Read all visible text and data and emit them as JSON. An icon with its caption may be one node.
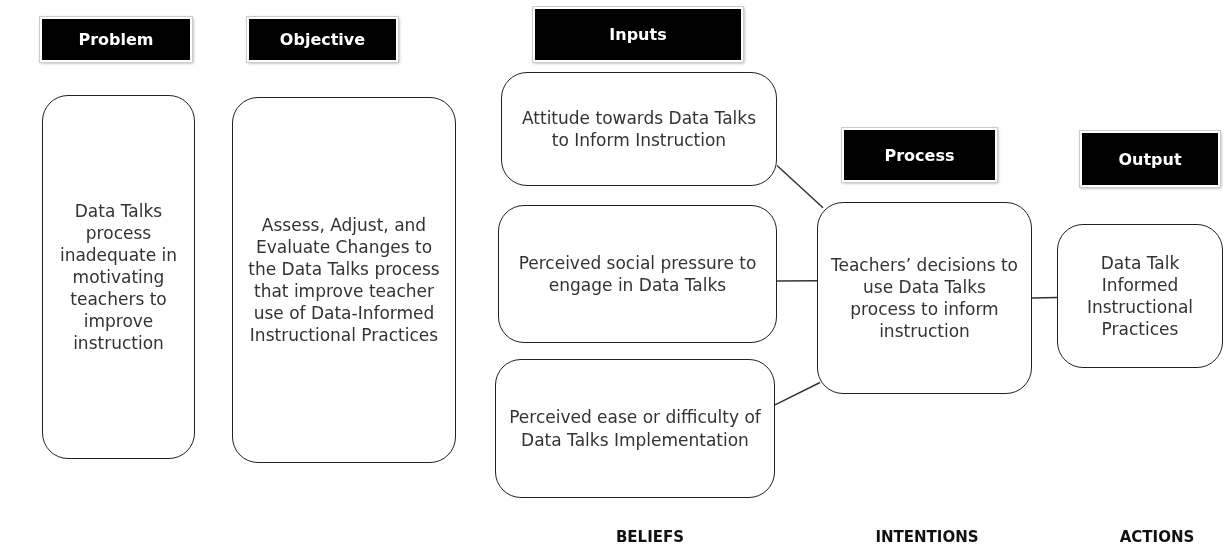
{
  "diagram": {
    "nodes": [
      {
        "text": [
          "Problem"
        ]
      },
      {
        "text": [
          "Data Talks process inadequate in motivating teachers to improve instruction"
        ]
      },
      {
        "text": [
          "Objective"
        ]
      },
      {
        "text": [
          "Assess, Adjust, and Evaluate Changes to the Data Talks process that improve teacher use of Data-Informed Instructional Practices"
        ]
      },
      {
        "text": [
          "Inputs"
        ]
      },
      {
        "text": [
          "Attitude towards Data Talks to Inform Instruction"
        ]
      },
      {
        "text": [
          "Perceived social pressure to engage in Data Talks"
        ]
      },
      {
        "text": [
          "Perceived ease or difficulty of Data Talks Implementation"
        ]
      },
      {
        "text": [
          "Process"
        ]
      },
      {
        "text": [
          "Teachers’ decisions to use Data Talks process to inform instruction"
        ]
      },
      {
        "text": [
          "Output"
        ]
      },
      {
        "text": [
          "Data Talk Informed Instructional Practices"
        ]
      }
    ],
    "edges": [
      {
        "from": 5,
        "to": 9,
        "arrow": "none"
      },
      {
        "from": 6,
        "to": 9,
        "arrow": "none"
      },
      {
        "from": 7,
        "to": 9,
        "arrow": "none"
      },
      {
        "from": 9,
        "to": 11,
        "arrow": "none"
      }
    ],
    "labels": [
      "BELIEFS",
      "INTENTIONS",
      "ACTIONS"
    ]
  }
}
